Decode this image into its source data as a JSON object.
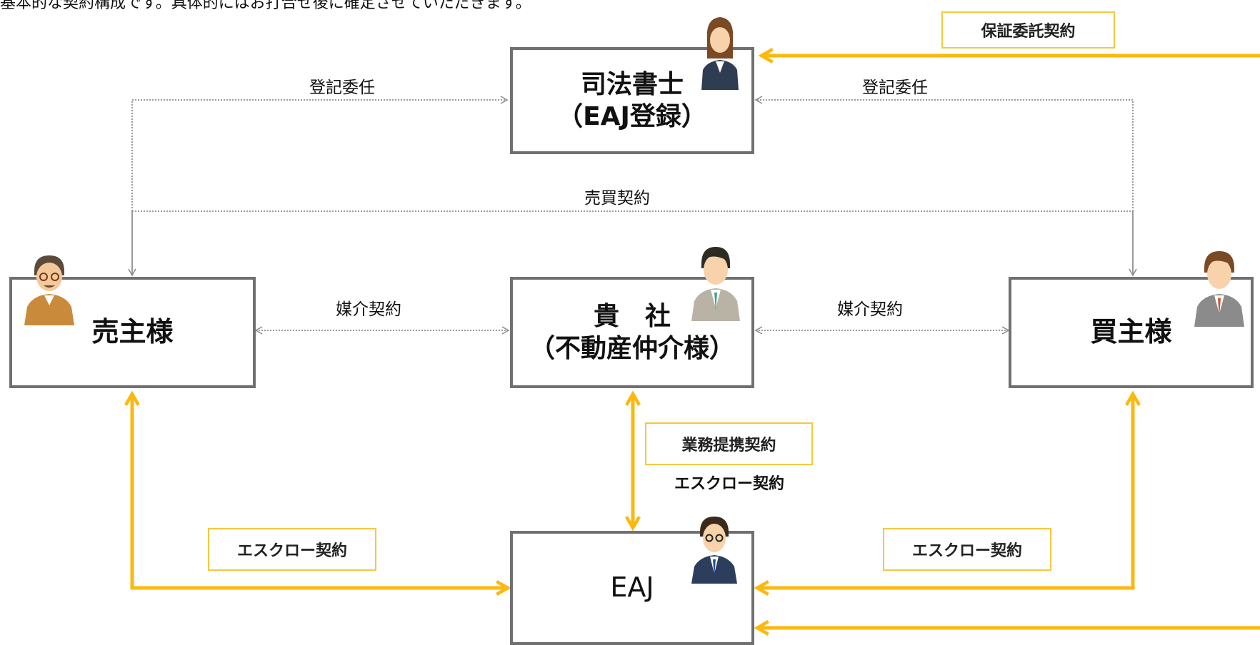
{
  "intro_text": "基本的な契約構成です。具体的にはお打合せ後に確定させていただきます。",
  "nodes": {
    "shiho": {
      "line1": "司法書士",
      "line2": "（EAJ登録）"
    },
    "seller": {
      "line1": "売主様"
    },
    "company": {
      "line1": "貴　社",
      "line2": "（不動産仲介様）"
    },
    "buyer": {
      "line1": "買主様"
    },
    "eaj": {
      "line1": "EAJ"
    }
  },
  "tags": {
    "hosho": "保証委託契約",
    "gyomu": "業務提携契約",
    "escrow_left": "エスクロー契約",
    "escrow_right": "エスクロー契約"
  },
  "labels": {
    "toki_left": "登記委任",
    "toki_right": "登記委任",
    "baibai": "売買契約",
    "baikai_left": "媒介契約",
    "baikai_right": "媒介契約",
    "escrow_center": "エスクロー契約"
  },
  "colors": {
    "arrow": "#fbb80f",
    "dotted": "#9a9a9a",
    "border": "#707070"
  }
}
